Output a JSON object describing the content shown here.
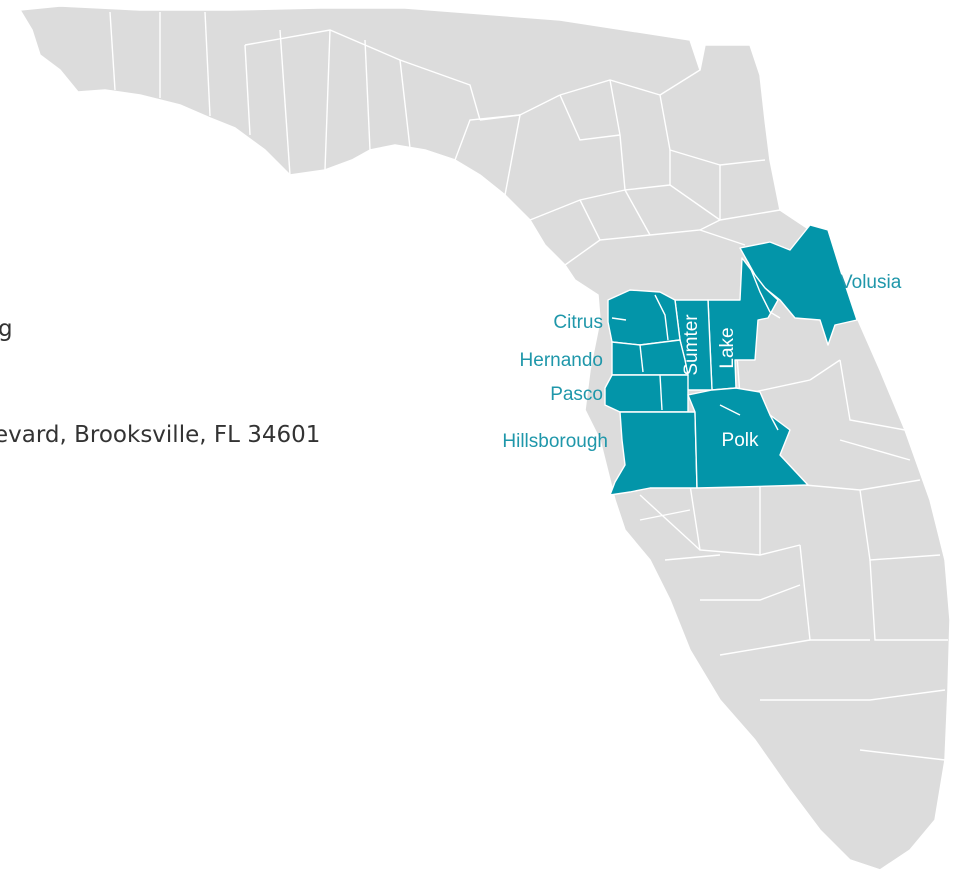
{
  "colors": {
    "land": "#dcdcdc",
    "county_border": "#ffffff",
    "highlight": "#0395a9",
    "label_outside": "#1f97aa",
    "label_inside": "#ffffff",
    "text": "#333333"
  },
  "info": {
    "line1_fragment": "g",
    "address_fragment": "evard, Brooksville, FL 34601"
  },
  "map": {
    "region": "Florida",
    "highlighted_counties": [
      {
        "name": "Citrus",
        "label": "Citrus"
      },
      {
        "name": "Hernando",
        "label": "Hernando"
      },
      {
        "name": "Pasco",
        "label": "Pasco"
      },
      {
        "name": "Hillsborough",
        "label": "Hillsborough"
      },
      {
        "name": "Sumter",
        "label": "Sumter"
      },
      {
        "name": "Lake",
        "label": "Lake"
      },
      {
        "name": "Polk",
        "label": "Polk"
      },
      {
        "name": "Volusia",
        "label": "Volusia"
      }
    ]
  }
}
